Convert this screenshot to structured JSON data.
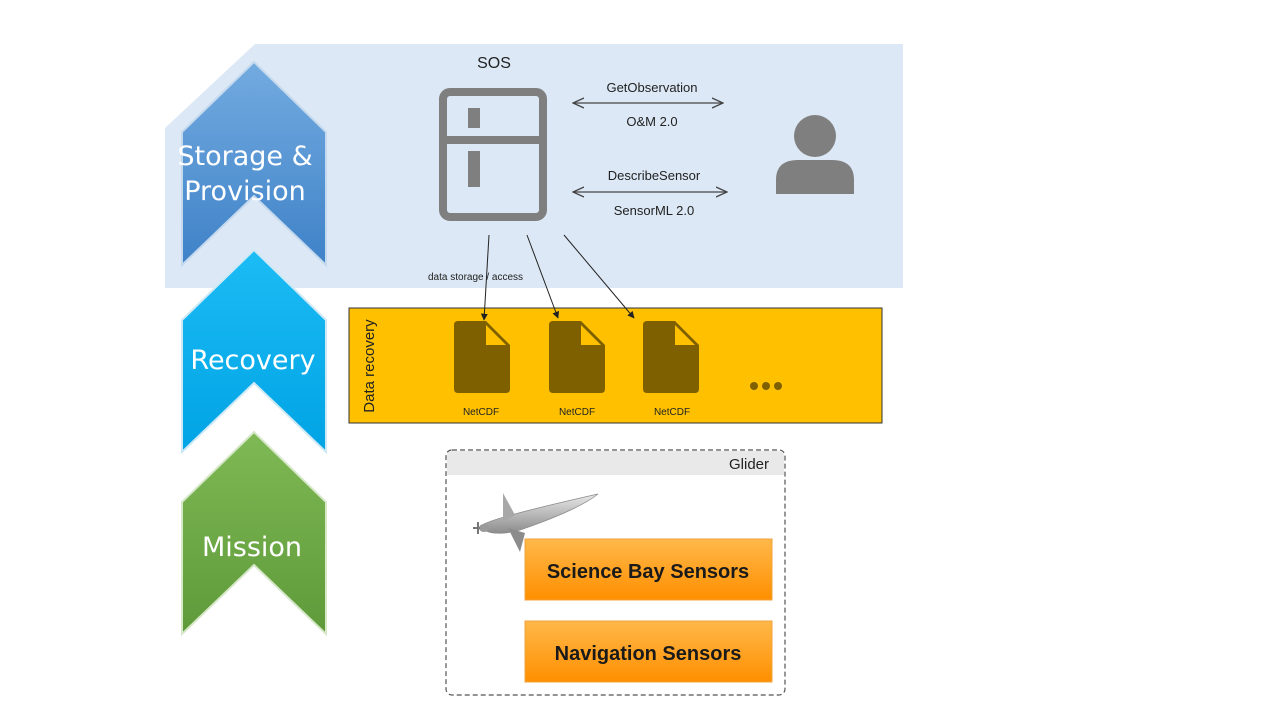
{
  "colors": {
    "storage_band": "#dce8f5",
    "storage_chevron": "#5b9bd5",
    "recovery_chevron": "#00b0f0",
    "mission_chevron": "#70ad47",
    "recovery_band": "#ffc000",
    "doc_icon": "#7f6000",
    "sensor_box": "#ff9a00",
    "server_icon": "#7f7f7f"
  },
  "stages": {
    "storage": {
      "line1": "Storage &",
      "line2": "Provision"
    },
    "recovery": {
      "label": "Recovery"
    },
    "mission": {
      "label": "Mission"
    }
  },
  "sos": {
    "title": "SOS",
    "server_icon": "server-icon",
    "user_icon": "user-icon",
    "operations": [
      {
        "name": "GetObservation",
        "format": "O&M 2.0"
      },
      {
        "name": "DescribeSensor",
        "format": "SensorML 2.0"
      }
    ],
    "storage_link_label": "data storage / access"
  },
  "recovery": {
    "title": "Data recovery",
    "files": [
      {
        "label": "NetCDF",
        "icon": "document-icon"
      },
      {
        "label": "NetCDF",
        "icon": "document-icon"
      },
      {
        "label": "NetCDF",
        "icon": "document-icon"
      }
    ],
    "more_icon": "ellipsis-icon"
  },
  "glider": {
    "title": "Glider",
    "image_icon": "glider-icon",
    "sensors": [
      {
        "label": "Science Bay Sensors"
      },
      {
        "label": "Navigation Sensors"
      }
    ]
  }
}
